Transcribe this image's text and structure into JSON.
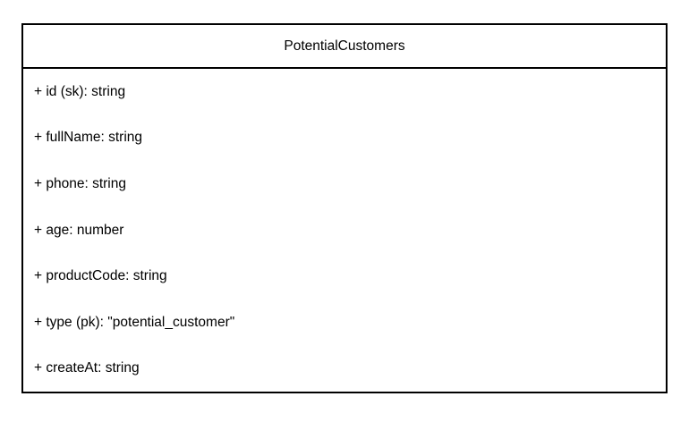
{
  "diagram": {
    "entity": {
      "title": "PotentialCustomers",
      "fields": [
        "+ id (sk): string",
        "+ fullName: string",
        "+ phone: string",
        "+ age: number",
        "+ productCode: string",
        "+ type (pk): \"potential_customer\"",
        "+ createAt: string"
      ]
    },
    "colors": {
      "border": "#000000",
      "background": "#ffffff",
      "text": "#000000"
    }
  }
}
